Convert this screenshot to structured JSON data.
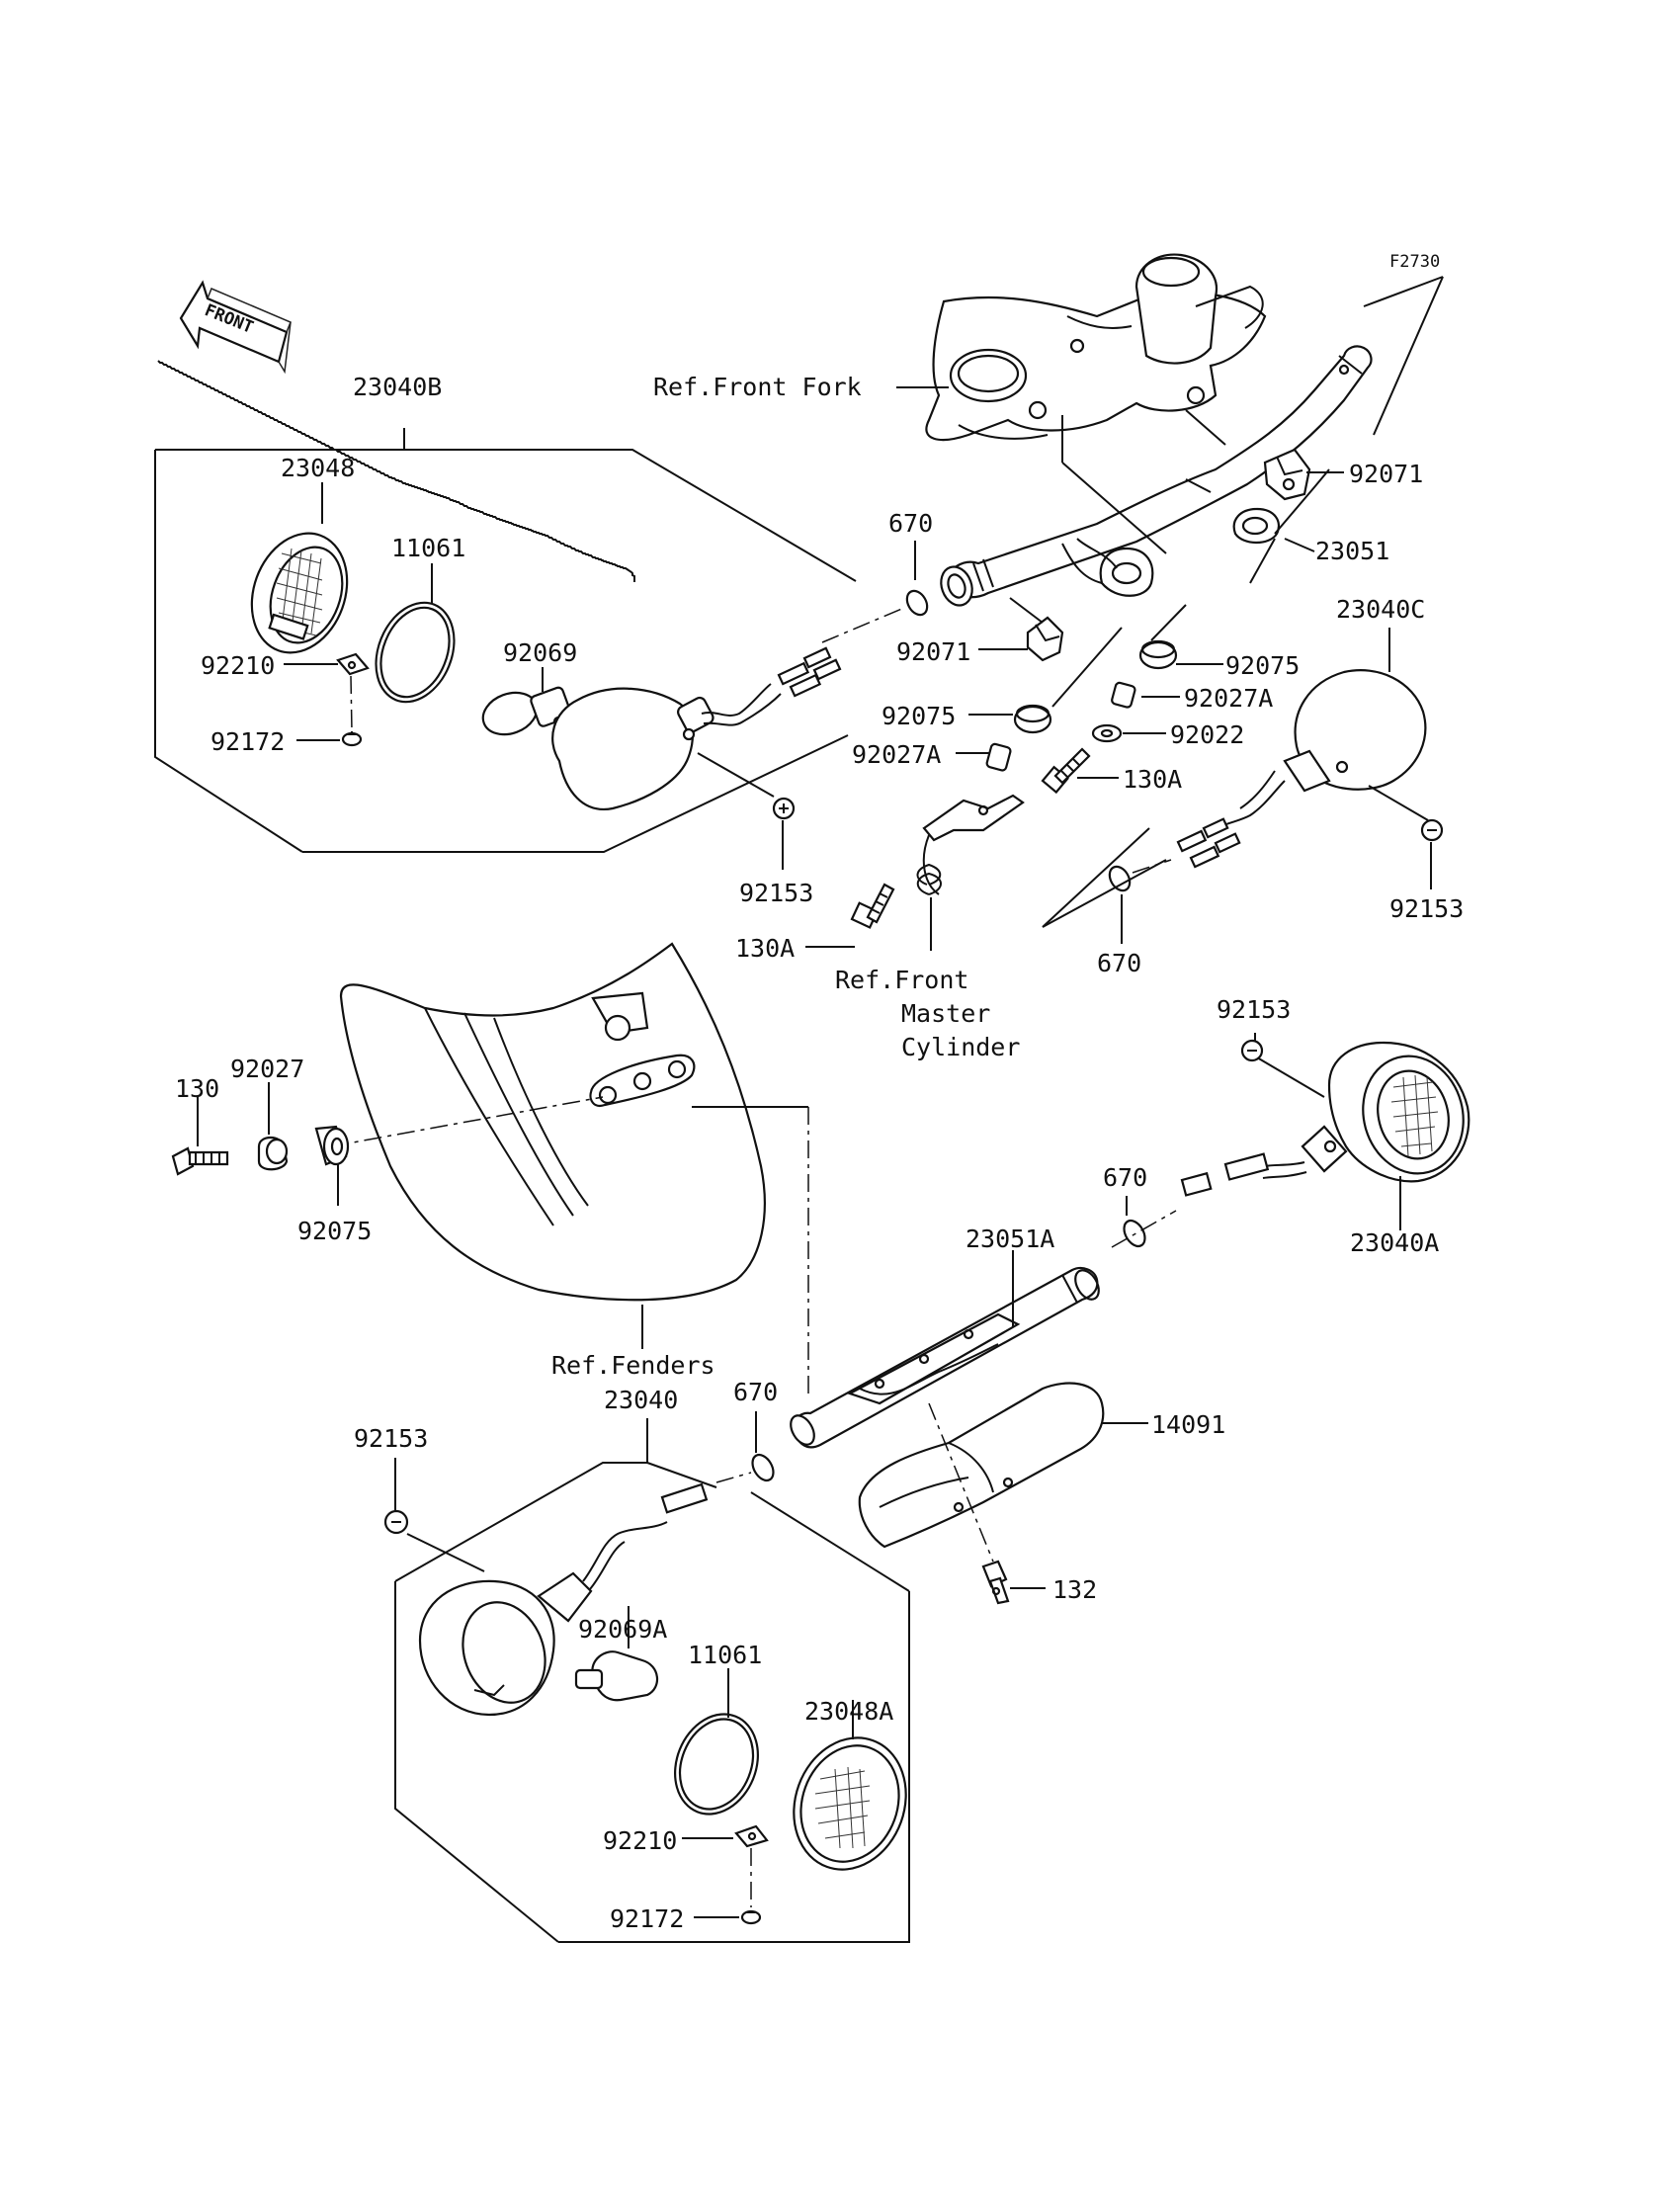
{
  "diagram": {
    "code": "F2730",
    "front_arrow_text": "FRONT",
    "refs": {
      "front_fork": "Ref.Front Fork",
      "master_cylinder": [
        "Ref.Front",
        "Master",
        "Cylinder"
      ],
      "fenders": "Ref.Fenders"
    },
    "parts": [
      {
        "id": "p-23040B",
        "label": "23040B"
      },
      {
        "id": "p-23048",
        "label": "23048"
      },
      {
        "id": "p-11061-top",
        "label": "11061"
      },
      {
        "id": "p-92069",
        "label": "92069"
      },
      {
        "id": "p-92210-top",
        "label": "92210"
      },
      {
        "id": "p-92172-top",
        "label": "92172"
      },
      {
        "id": "p-670-top-left",
        "label": "670"
      },
      {
        "id": "p-92071-left",
        "label": "92071"
      },
      {
        "id": "p-92071-right",
        "label": "92071"
      },
      {
        "id": "p-23051",
        "label": "23051"
      },
      {
        "id": "p-92075-right",
        "label": "92075"
      },
      {
        "id": "p-92027A-right",
        "label": "92027A"
      },
      {
        "id": "p-92075-mid",
        "label": "92075"
      },
      {
        "id": "p-92022",
        "label": "92022"
      },
      {
        "id": "p-92027A-mid",
        "label": "92027A"
      },
      {
        "id": "p-130A-right",
        "label": "130A"
      },
      {
        "id": "p-23040C",
        "label": "23040C"
      },
      {
        "id": "p-92153-top-mid",
        "label": "92153"
      },
      {
        "id": "p-92153-top-right",
        "label": "92153"
      },
      {
        "id": "p-130A-left",
        "label": "130A"
      },
      {
        "id": "p-670-top-right",
        "label": "670"
      },
      {
        "id": "p-130",
        "label": "130"
      },
      {
        "id": "p-92027",
        "label": "92027"
      },
      {
        "id": "p-92075-left",
        "label": "92075"
      },
      {
        "id": "p-92153-mid-right",
        "label": "92153"
      },
      {
        "id": "p-670-mid",
        "label": "670"
      },
      {
        "id": "p-23040A",
        "label": "23040A"
      },
      {
        "id": "p-23051A",
        "label": "23051A"
      },
      {
        "id": "p-23040",
        "label": "23040"
      },
      {
        "id": "p-670-bottom",
        "label": "670"
      },
      {
        "id": "p-14091",
        "label": "14091"
      },
      {
        "id": "p-92153-bottom",
        "label": "92153"
      },
      {
        "id": "p-132",
        "label": "132"
      },
      {
        "id": "p-92069A",
        "label": "92069A"
      },
      {
        "id": "p-11061-bottom",
        "label": "11061"
      },
      {
        "id": "p-23048A",
        "label": "23048A"
      },
      {
        "id": "p-92210-bottom",
        "label": "92210"
      },
      {
        "id": "p-92172-bottom",
        "label": "92172"
      }
    ]
  }
}
